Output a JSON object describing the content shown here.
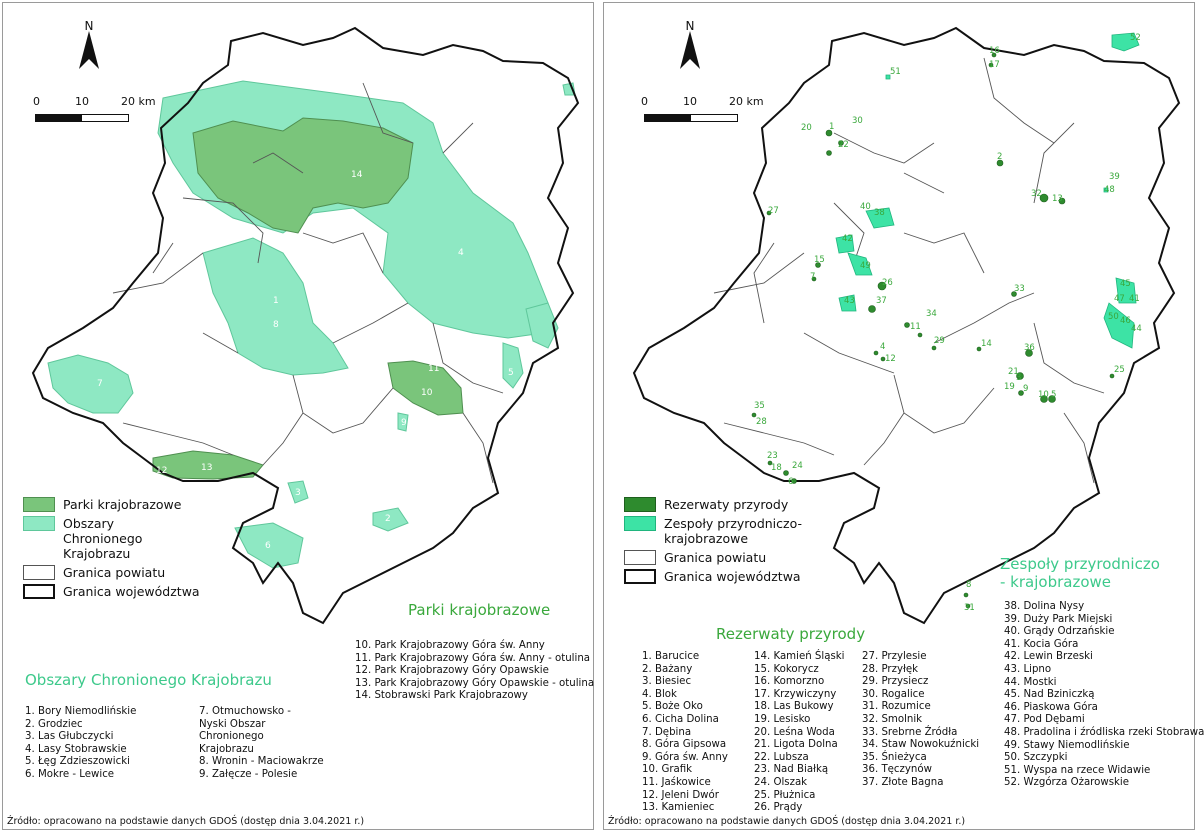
{
  "map_left": {
    "north": "N",
    "scale_labels": [
      "0",
      "10",
      "20 km"
    ],
    "legend": [
      {
        "label": "Parki krajobrazowe",
        "color": "#7ac57b",
        "border": "#4f8f50"
      },
      {
        "label": "Obszary Chronionego Krajobrazu",
        "color": "#8ee8c3",
        "border": "#5fc79b"
      },
      {
        "label": "Granica powiatu",
        "color": "#ffffff",
        "border": "#555555"
      },
      {
        "label": "Granica województwa",
        "color": "#ffffff",
        "border": "#111111"
      }
    ],
    "map_labels": [
      "14",
      "1",
      "2",
      "3",
      "4",
      "5",
      "6",
      "7",
      "8",
      "9",
      "10",
      "11",
      "12",
      "13"
    ],
    "parks_title": "Parki krajobrazowe",
    "parks_list": [
      "10. Park Krajobrazowy Góra św. Anny",
      "11. Park Krajobrazowy Góra św. Anny - otulina",
      "12. Park Krajobrazowy Góry Opawskie",
      "13. Park Krajobrazowy Góry Opawskie - otulina",
      "14. Stobrawski Park Krajobrazowy"
    ],
    "ock_title": "Obszary Chronionego Krajobrazu",
    "ock_list_col1": [
      "1. Bory Niemodlińskie",
      "2. Grodziec",
      "3. Las Głubczycki",
      "4. Lasy Stobrawskie",
      "5. Łęg Zdzieszowicki",
      "6. Mokre - Lewice"
    ],
    "ock_list_col2": [
      "7. Otmuchowsko - Nyski Obszar Chronionego Krajobrazu",
      "8. Wronin - Maciowakrze",
      "9. Załęcze - Polesie"
    ],
    "source": "Źródło: opracowano na podstawie danych GDOŚ (dostęp dnia 3.04.2021 r.)"
  },
  "map_right": {
    "north": "N",
    "scale_labels": [
      "0",
      "10",
      "20 km"
    ],
    "legend": [
      {
        "label": "Rezerwaty przyrody",
        "color": "#2e8b2e",
        "border": "#1e5f1e"
      },
      {
        "label": "Zespoły przyrodniczo-krajobrazowe",
        "color": "#3de3a5",
        "border": "#20b57e"
      },
      {
        "label": "Granica powiatu",
        "color": "#ffffff",
        "border": "#555555"
      },
      {
        "label": "Granica województwa",
        "color": "#ffffff",
        "border": "#111111"
      }
    ],
    "map_labels": [
      "52",
      "16",
      "17",
      "51",
      "20",
      "30",
      "1",
      "22",
      "2",
      "39",
      "48",
      "32",
      "13",
      "27",
      "40",
      "38",
      "42",
      "49",
      "15",
      "7",
      "26",
      "43",
      "37",
      "33",
      "45",
      "47",
      "41",
      "50",
      "46",
      "44",
      "34",
      "11",
      "29",
      "4",
      "12",
      "14",
      "36",
      "21",
      "3",
      "19",
      "9",
      "10",
      "5",
      "25",
      "35",
      "28",
      "23",
      "18",
      "24",
      "6",
      "8",
      "31"
    ],
    "zpk_title": "Zespoły przyrodniczo - krajobrazowe",
    "zpk_list": [
      "38. Dolina Nysy",
      "39. Duży Park Miejski",
      "40. Grądy Odrzańskie",
      "41. Kocia Góra",
      "42. Lewin Brzeski",
      "43. Lipno",
      "44. Mostki",
      "45. Nad Bziniczką",
      "46. Piaskowa Góra",
      "47. Pod Dębami",
      "48. Pradolina i źródliska rzeki Stobrawa",
      "49. Stawy Niemodlińskie",
      "50. Szczypki",
      "51. Wyspa na rzece Widawie",
      "52. Wzgórza Ożarowskie"
    ],
    "rez_title": "Rezerwaty przyrody",
    "rez_col1": [
      "1. Barucice",
      "2. Bażany",
      "3. Biesiec",
      "4. Blok",
      "5. Boże Oko",
      "6. Cicha Dolina",
      "7. Dębina",
      "8. Góra Gipsowa",
      "9. Góra św. Anny",
      "10. Grafik",
      "11. Jaśkowice",
      "12. Jeleni Dwór",
      "13. Kamieniec"
    ],
    "rez_col2": [
      "14. Kamień Śląski",
      "15. Kokorycz",
      "16. Komorzno",
      "17. Krzywiczyny",
      "18. Las Bukowy",
      "19. Lesisko",
      "20. Leśna Woda",
      "21. Ligota Dolna",
      "22. Lubsza",
      "23. Nad Białką",
      "24. Olszak",
      "25. Płużnica",
      "26. Prądy"
    ],
    "rez_col3": [
      "27. Przylesie",
      "28. Przyłęk",
      "29. Przysiecz",
      "30. Rogalice",
      "31. Rozumice",
      "32. Smolnik",
      "33. Srebrne Źródła",
      "34. Staw Nowokuźnicki",
      "35. Śnieżyca",
      "36. Tęczynów",
      "37. Złote Bagna"
    ],
    "source": "Źródło: opracowano na podstawie danych GDOŚ (dostęp dnia 3.04.2021 r.)"
  }
}
